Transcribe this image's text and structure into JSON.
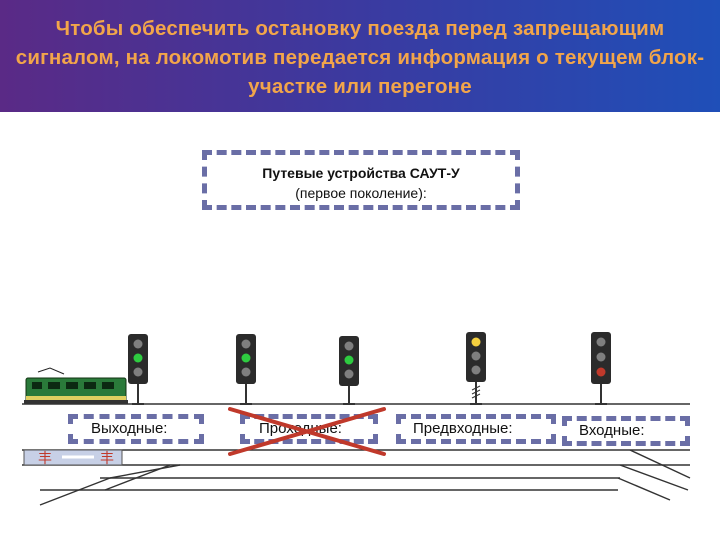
{
  "header": {
    "title": "Чтобы обеспечить остановку поезда перед запрещающим сигналом, на локомотив передается информация о текущем блок-участке или перегоне"
  },
  "saut_box": {
    "title": "Путевые устройства САУТ-У",
    "subtitle": "(первое поколение):"
  },
  "device_labels": {
    "exit": "Выходные:",
    "passing": "Проходные:",
    "pre_entry": "Предвходные:",
    "entry": "Входные:"
  },
  "signals": [
    {
      "name": "exit-signal",
      "lamps": [
        "dark",
        "green",
        "dark"
      ]
    },
    {
      "name": "passing-signal-1",
      "lamps": [
        "dark",
        "green",
        "dark"
      ]
    },
    {
      "name": "passing-signal-2",
      "lamps": [
        "dark",
        "green",
        "dark"
      ]
    },
    {
      "name": "pre-entry-signal",
      "lamps": [
        "yellow",
        "dark",
        "dark"
      ]
    },
    {
      "name": "entry-signal",
      "lamps": [
        "dark",
        "dark",
        "red"
      ]
    }
  ],
  "colors": {
    "header_text": "#f2a54a",
    "box_border": "#6a6ea6",
    "cross": "#c0392b",
    "green": "#2ecc40",
    "yellow": "#f4d03f",
    "red": "#c0392b"
  },
  "passing_crossed_out": true
}
